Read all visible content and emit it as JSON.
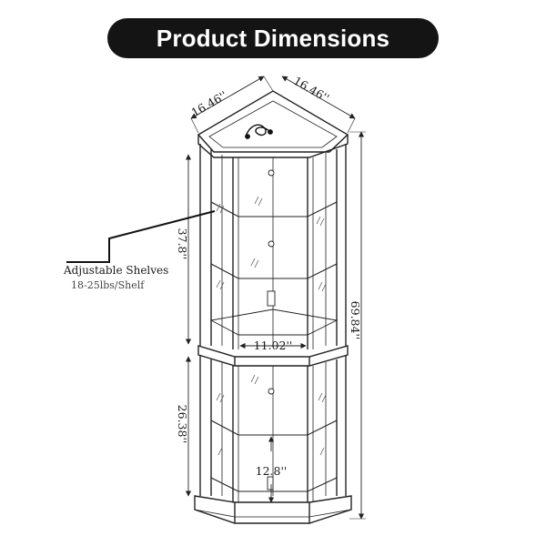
{
  "header": {
    "title": "Product Dimensions"
  },
  "dimensions": {
    "top_left_depth": "16.46''",
    "top_right_depth": "16.46''",
    "upper_height": "37.8''",
    "lower_height": "26.38''",
    "total_height": "69.84''",
    "shelf_width": "11.02''",
    "base_clearance": "12.8''"
  },
  "callout": {
    "label": "Adjustable Shelves",
    "sublabel": "18-25lbs/Shelf"
  },
  "colors": {
    "banner": "#141414",
    "line": "#222222"
  },
  "icons": [
    "power-cord-icon",
    "hinge-icon",
    "arrow-icon"
  ]
}
